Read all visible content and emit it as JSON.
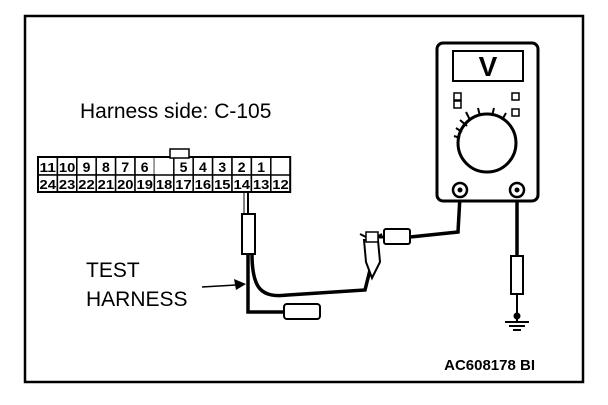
{
  "diagram": {
    "harness_label": "Harness side: C-105",
    "connector": {
      "top_row": [
        "11",
        "10",
        "9",
        "8",
        "7",
        "6",
        "",
        "5",
        "4",
        "3",
        "2",
        "1"
      ],
      "bottom_row": [
        "24",
        "23",
        "22",
        "21",
        "20",
        "19",
        "18",
        "17",
        "16",
        "15",
        "14",
        "13",
        "12"
      ]
    },
    "meter": {
      "display_symbol": "V"
    },
    "test_harness_label": {
      "line1": "TEST",
      "line2": "HARNESS"
    },
    "figure_code": "AC608178 BI"
  }
}
